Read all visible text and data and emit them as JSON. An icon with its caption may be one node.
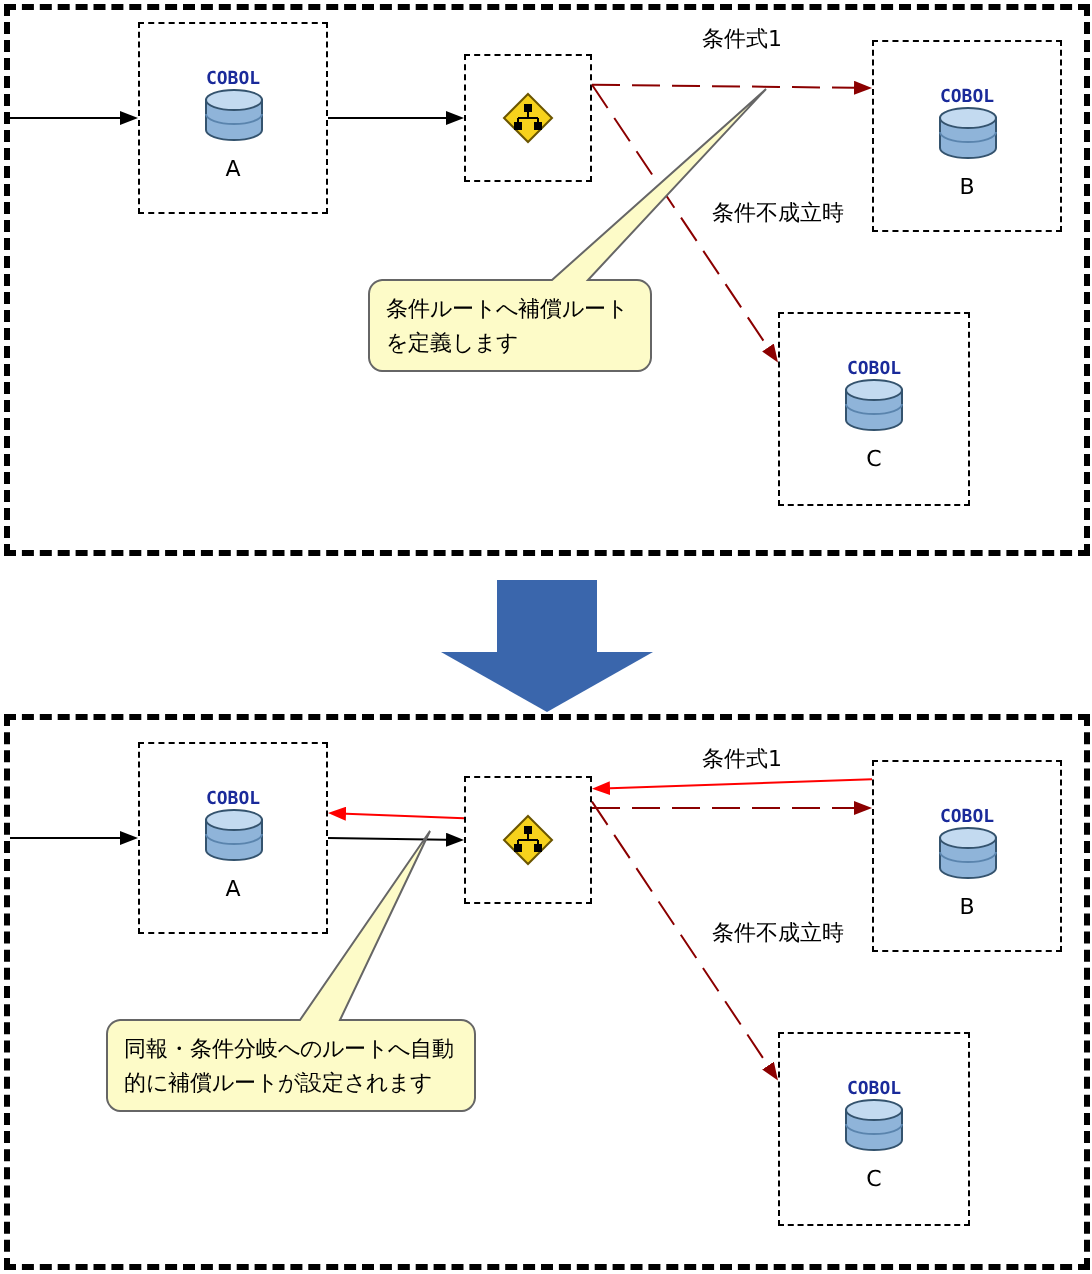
{
  "diagram": {
    "nodes": [
      {
        "text": [],
        "shape": "box"
      },
      {
        "text": [
          "COBOL",
          "A"
        ],
        "in": 0
      },
      {
        "text": [],
        "shape": "box",
        "in": 0
      },
      {
        "text": [
          "COBOL",
          "B"
        ],
        "in": 0
      },
      {
        "text": [
          "COBOL",
          "C"
        ],
        "in": 0
      },
      {
        "text": [
          "条件ルートへ補償ルートを定義します"
        ],
        "in": 0
      },
      {
        "text": [],
        "shape": "box"
      },
      {
        "text": [
          "COBOL",
          "A"
        ],
        "in": 6
      },
      {
        "text": [],
        "shape": "box",
        "in": 6
      },
      {
        "text": [
          "COBOL",
          "B"
        ],
        "in": 6
      },
      {
        "text": [
          "COBOL",
          "C"
        ],
        "in": 6
      },
      {
        "text": [
          "同報・条件分岐へのルートへ自動的に補償ルートが設定されます"
        ],
        "in": 6
      }
    ],
    "edges": [
      {
        "from": null,
        "to": 1,
        "arrow": "to"
      },
      {
        "from": 1,
        "to": 2,
        "arrow": "to"
      },
      {
        "from": 2,
        "to": 3,
        "arrow": "to",
        "label": "条件式1",
        "style": "dashed",
        "color": "#8b0000"
      },
      {
        "from": 2,
        "to": 4,
        "arrow": "to",
        "label": "条件不成立時",
        "style": "dashed",
        "color": "#8b0000"
      },
      {
        "from": 0,
        "to": 6,
        "arrow": "to",
        "style": "thick",
        "color": "#3a66ac"
      },
      {
        "from": null,
        "to": 7,
        "arrow": "to"
      },
      {
        "from": 7,
        "to": 8,
        "arrow": "to"
      },
      {
        "from": 8,
        "to": 9,
        "arrow": "to",
        "style": "dashed",
        "color": "#8b0000"
      },
      {
        "from": 8,
        "to": 10,
        "arrow": "to",
        "label": "条件不成立時",
        "style": "dashed",
        "color": "#8b0000"
      },
      {
        "from": 9,
        "to": 8,
        "arrow": "to",
        "label": "条件式1",
        "color": "#ff0000"
      },
      {
        "from": 8,
        "to": 7,
        "arrow": "to",
        "color": "#ff0000"
      }
    ]
  }
}
